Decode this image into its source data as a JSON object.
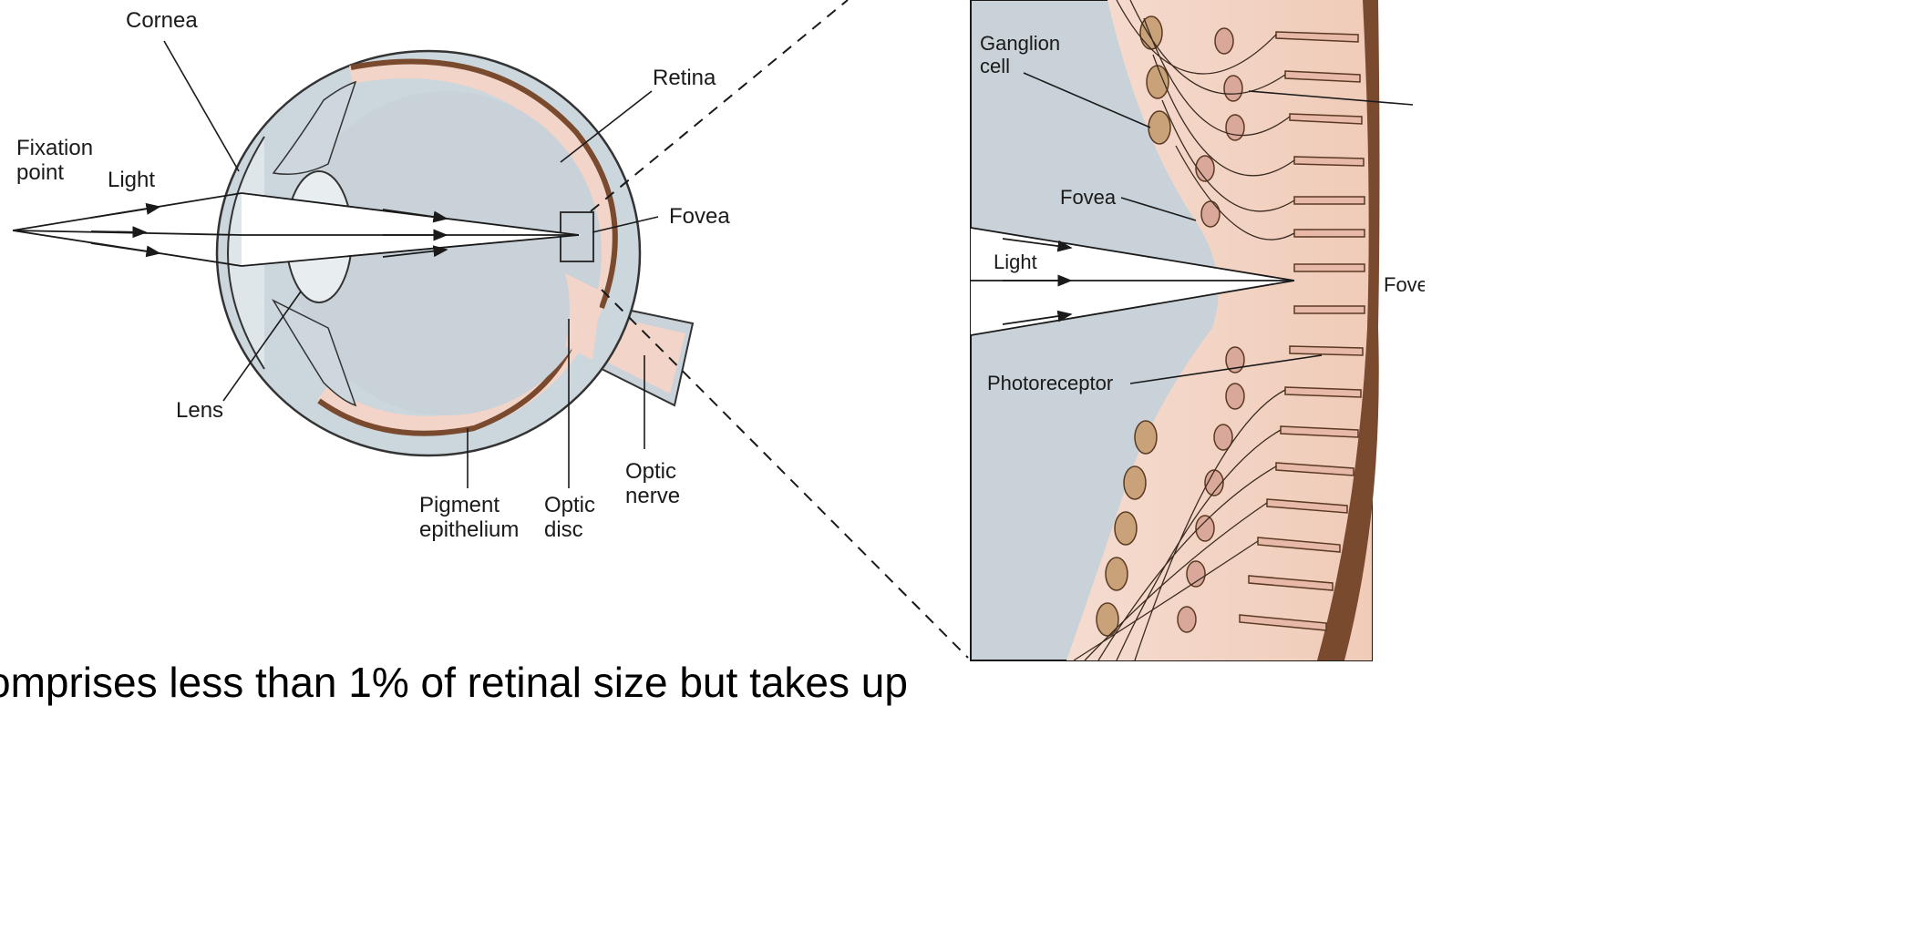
{
  "labels": {
    "cornea": "Cornea",
    "fixation_point": "Fixation\npoint",
    "light_left": "Light",
    "lens": "Lens",
    "retina": "Retina",
    "fovea_left": "Fovea",
    "pigment_epithelium": "Pigment\nepithelium",
    "optic_disc": "Optic\ndisc",
    "optic_nerve": "Optic\nnerve",
    "ganglion_cell": "Ganglion\ncell",
    "fovea_right": "Fovea",
    "light_right": "Light",
    "photoreceptor": "Photoreceptor",
    "fovea_edge": "Fovea"
  },
  "caption": "omprises less than 1% of retinal size but takes up",
  "colors": {
    "eye_outer": "#ccd6dd",
    "vitreous": "#c8d2d8",
    "retina_pink": "#f2d4c8",
    "pigment_brown": "#7a4a2e",
    "ganglion_fill": "#c9a27a",
    "cone_pink": "#e8b8a8",
    "light_beam": "#ffffff"
  }
}
